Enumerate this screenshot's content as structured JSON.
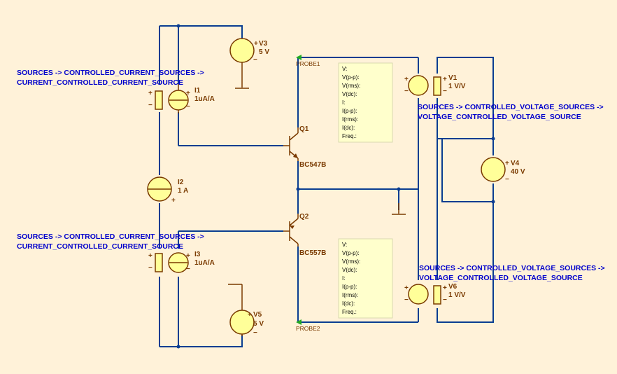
{
  "labels": {
    "cccs_top_1": "SOURCES -> CONTROLLED_CURRENT_SOURCES ->",
    "cccs_top_2": "CURRENT_CONTROLLED_CURRENT_SOURCE",
    "cccs_bot_1": "SOURCES -> CONTROLLED_CURRENT_SOURCES ->",
    "cccs_bot_2": "CURRENT_CONTROLLED_CURRENT_SOURCE",
    "vcvs_top_1": "SOURCES -> CONTROLLED_VOLTAGE_SOURCES ->",
    "vcvs_top_2": "VOLTAGE_CONTROLLED_VOLTAGE_SOURCE",
    "vcvs_bot_1": "SOURCES -> CONTROLLED_VOLTAGE_SOURCES ->",
    "vcvs_bot_2": "VOLTAGE_CONTROLLED_VOLTAGE_SOURCE"
  },
  "components": {
    "V3": {
      "name": "V3",
      "value": "5 V"
    },
    "V5": {
      "name": "V5",
      "value": "5 V"
    },
    "V4": {
      "name": "V4",
      "value": "40 V"
    },
    "V1": {
      "name": "V1",
      "value": "1 V/V"
    },
    "V6": {
      "name": "V6",
      "value": "1 V/V"
    },
    "I1": {
      "name": "I1",
      "value": "1uA/A"
    },
    "I3": {
      "name": "I3",
      "value": "1uA/A"
    },
    "I2": {
      "name": "I2",
      "value": "1 A"
    },
    "Q1": {
      "name": "Q1",
      "model": "BC547B"
    },
    "Q2": {
      "name": "Q2",
      "model": "BC557B"
    }
  },
  "probes": {
    "probe1": "PROBE1",
    "probe2": "PROBE2"
  },
  "meter_lines": [
    "V:",
    "V(p-p):",
    "V(rms):",
    "V(dc):",
    "I:",
    "I(p-p):",
    "I(rms):",
    "I(dc):",
    "Freq.:"
  ],
  "symbols": {
    "plus": "+",
    "minus": "−"
  },
  "colors": {
    "background": "#fff2d9",
    "wire": "#0a3d91",
    "component": "#7a3a00",
    "label": "#0000cc",
    "meter_fill": "#ffffcc",
    "probe_arrow": "#22aa22"
  }
}
